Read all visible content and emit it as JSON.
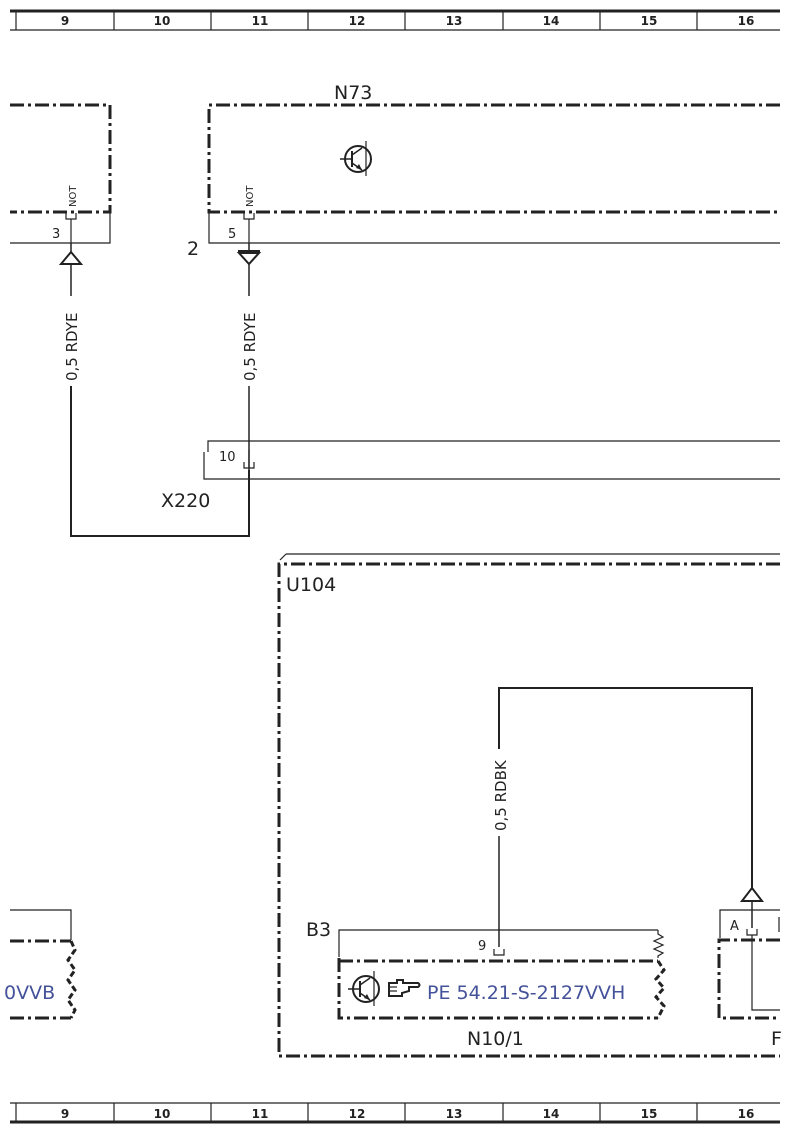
{
  "grid": {
    "columns": [
      "9",
      "10",
      "11",
      "12",
      "13",
      "14",
      "15",
      "16"
    ]
  },
  "components": {
    "n73": "N73",
    "x220": "X220",
    "u104": "U104",
    "b3": "B3",
    "n10_1": "N10/1",
    "right_partial": "F"
  },
  "pins": {
    "left_pin": "3",
    "n73_pin": "5",
    "x220_pin": "10",
    "n10_pin": "9",
    "right_pin": "A",
    "connector_2": "2",
    "not_left": "NOT",
    "not_right": "NOT"
  },
  "wires": {
    "left_wire": "0,5 RDYE",
    "n73_wire": "0,5 RDYE",
    "u104_wire": "0,5 RDBK"
  },
  "references": {
    "left_ref": "0VVB",
    "n10_ref": "PE 54.21-S-2127VVH"
  },
  "icons": {
    "transistor": "transistor-icon",
    "pointing_hand": "pointing-hand-icon"
  }
}
